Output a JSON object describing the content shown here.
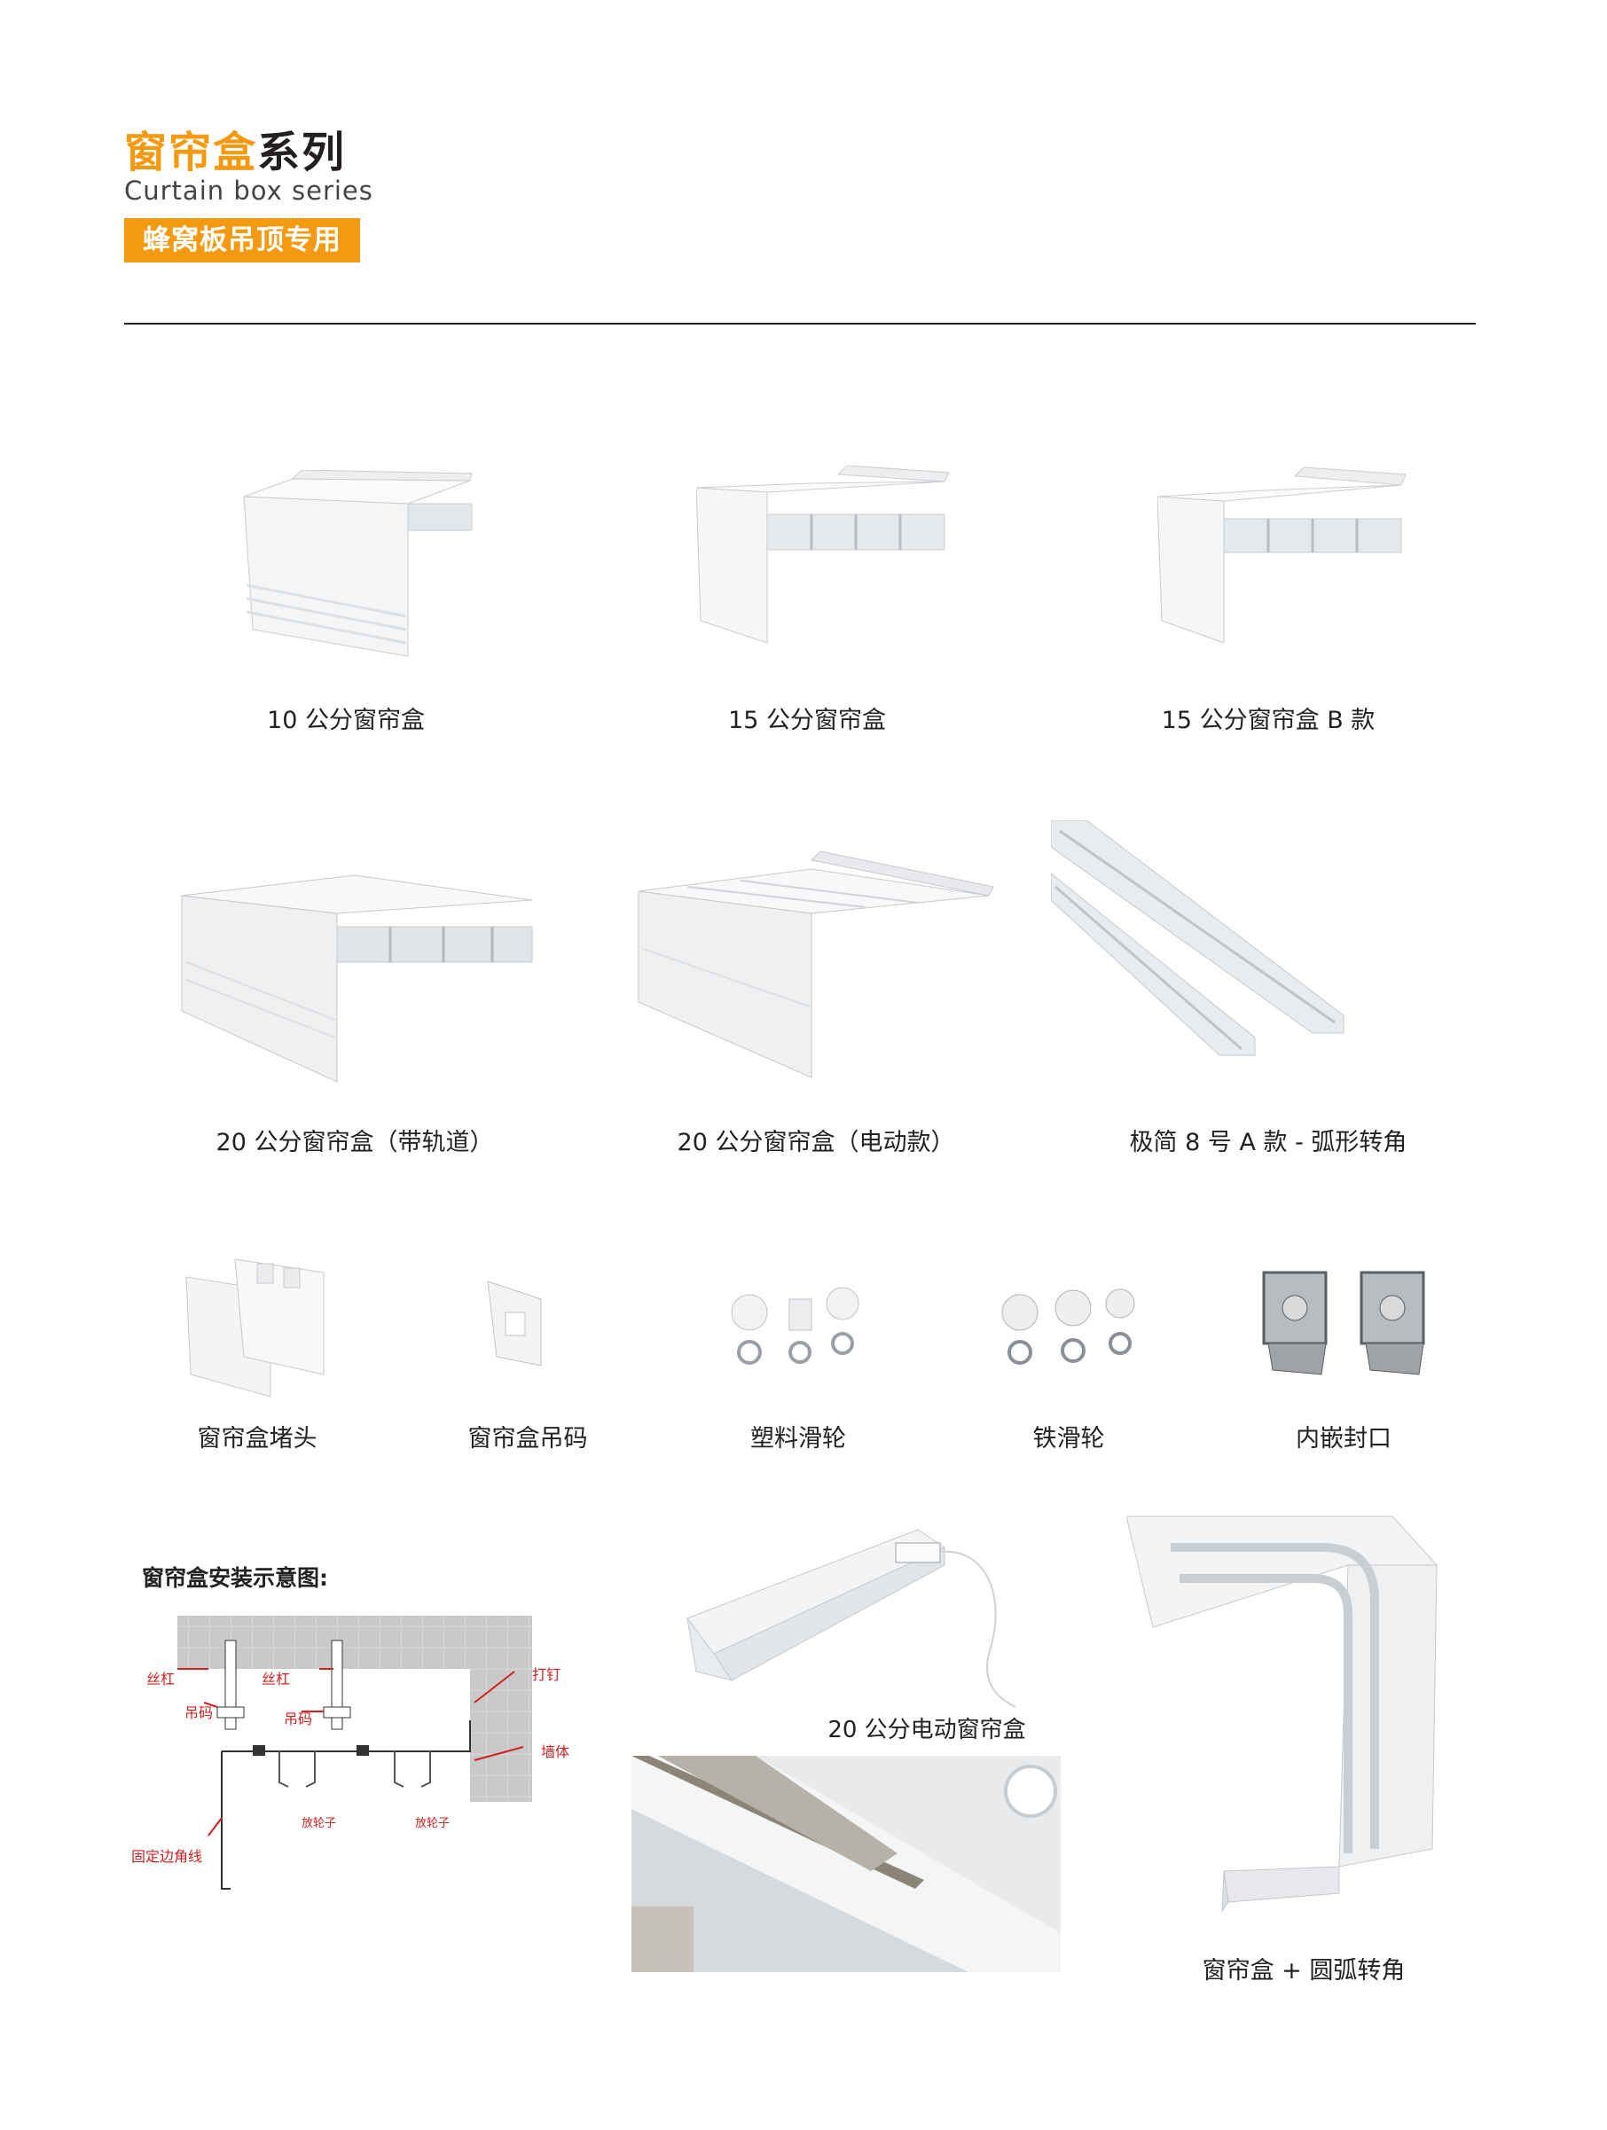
{
  "header": {
    "title_accent": "窗帘盒",
    "title_rest": "系列",
    "subtitle_en": "Curtain box series",
    "badge": "蜂窝板吊顶专用"
  },
  "products_row1": [
    {
      "name": "10 公分窗帘盒"
    },
    {
      "name": "15 公分窗帘盒"
    },
    {
      "name": "15 公分窗帘盒 B 款"
    }
  ],
  "products_row2": [
    {
      "name": "20 公分窗帘盒（带轨道）"
    },
    {
      "name": "20 公分窗帘盒（电动款）"
    },
    {
      "name": "极简 8 号 A 款 - 弧形转角"
    }
  ],
  "accessories": [
    {
      "name": "窗帘盒堵头"
    },
    {
      "name": "窗帘盒吊码"
    },
    {
      "name": "塑料滑轮"
    },
    {
      "name": "铁滑轮"
    },
    {
      "name": "内嵌封口"
    }
  ],
  "install": {
    "title": "窗帘盒安装示意图:",
    "labels": {
      "screw_rod_1": "丝杠",
      "screw_rod_2": "丝杠",
      "hanger_1": "吊码",
      "hanger_2": "吊码",
      "nail": "打钉",
      "wall": "墙体",
      "pulley_1": "放轮子",
      "pulley_2": "放轮子",
      "edge_line": "固定边角线"
    }
  },
  "bottom": {
    "electric_caption": "20 公分电动窗帘盒",
    "corner_caption": "窗帘盒 + 圆弧转角"
  },
  "colors": {
    "accent": "#f39a12",
    "label_red": "#d42020"
  }
}
